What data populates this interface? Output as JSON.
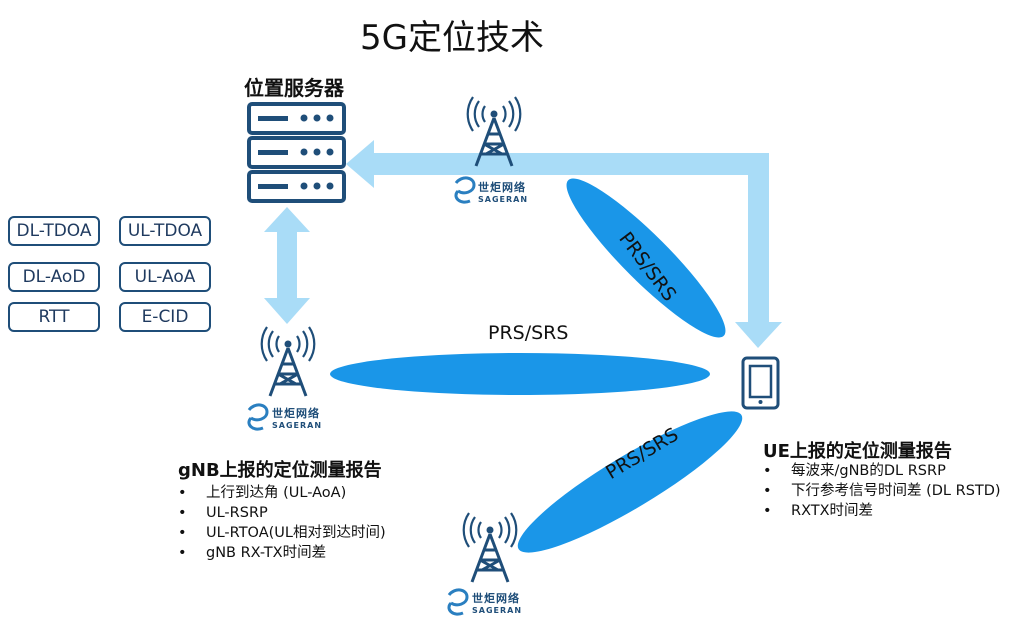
{
  "title": "5G定位技术",
  "server_label": "位置服务器",
  "methods": [
    "DL-TDOA",
    "UL-TDOA",
    "DL-AoD",
    "UL-AoA",
    "RTT",
    "E-CID"
  ],
  "beam_label": "PRS/SRS",
  "brand": {
    "cn": "世炬网络",
    "en": "SAGERAN"
  },
  "gnb_report": {
    "title": "gNB上报的定位测量报告",
    "items": [
      "上行到达角 (UL-AoA)",
      "UL-RSRP",
      "UL-RTOA(UL相对到达时间)",
      "gNB RX-TX时间差"
    ]
  },
  "ue_report": {
    "title": "UE上报的定位测量报告",
    "items": [
      "每波来/gNB的DL RSRP",
      "下行参考信号时间差 (DL RSTD)",
      "RXTX时间差"
    ]
  },
  "colors": {
    "beam": "#1a96e8",
    "arrow": "#a9dcf7",
    "icon": "#1f4e79"
  }
}
